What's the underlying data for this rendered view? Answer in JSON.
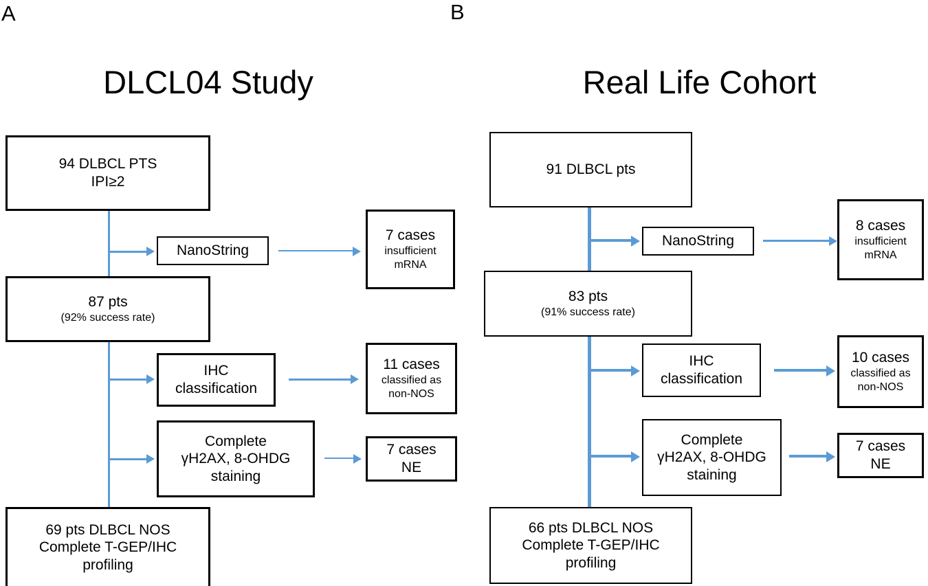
{
  "figure": {
    "type": "flowchart",
    "background": "#ffffff",
    "box_border_color": "#000000",
    "arrow_color": "#5B9BD5",
    "text_color": "#000000"
  },
  "panels": [
    {
      "letter": "A",
      "title": "DLCL04 Study",
      "nodes": {
        "start": {
          "line1": "94 DLBCL PTS",
          "line2": "IPI≥2"
        },
        "nanostring": {
          "label": "NanoString"
        },
        "nanostring_out": {
          "line1": "7 cases",
          "line2": "insufficient",
          "line3": "mRNA"
        },
        "after_nanostring": {
          "line1": "87 pts",
          "line2": "(92% success rate)"
        },
        "ihc": {
          "line1": "IHC",
          "line2": "classification"
        },
        "ihc_out": {
          "line1": "11 cases",
          "line2": "classified as",
          "line3": "non-NOS"
        },
        "staining": {
          "line1": "Complete",
          "line2": "γH2AX, 8-OHDG",
          "line3": "staining"
        },
        "staining_out": {
          "line1": "7 cases",
          "line2": "NE"
        },
        "final": {
          "line1": "69 pts DLBCL NOS",
          "line2": "Complete T-GEP/IHC",
          "line3": "profiling"
        }
      }
    },
    {
      "letter": "B",
      "title": "Real Life Cohort",
      "nodes": {
        "start": {
          "line1": "91 DLBCL pts",
          "line2": ""
        },
        "nanostring": {
          "label": "NanoString"
        },
        "nanostring_out": {
          "line1": "8 cases",
          "line2": "insufficient",
          "line3": "mRNA"
        },
        "after_nanostring": {
          "line1": "83 pts",
          "line2": "(91% success rate)"
        },
        "ihc": {
          "line1": "IHC",
          "line2": "classification"
        },
        "ihc_out": {
          "line1": "10 cases",
          "line2": "classified as",
          "line3": "non-NOS"
        },
        "staining": {
          "line1": "Complete",
          "line2": "γH2AX, 8-OHDG",
          "line3": "staining"
        },
        "staining_out": {
          "line1": "7 cases",
          "line2": "NE"
        },
        "final": {
          "line1": "66 pts DLBCL NOS",
          "line2": "Complete T-GEP/IHC",
          "line3": "profiling"
        }
      }
    }
  ]
}
